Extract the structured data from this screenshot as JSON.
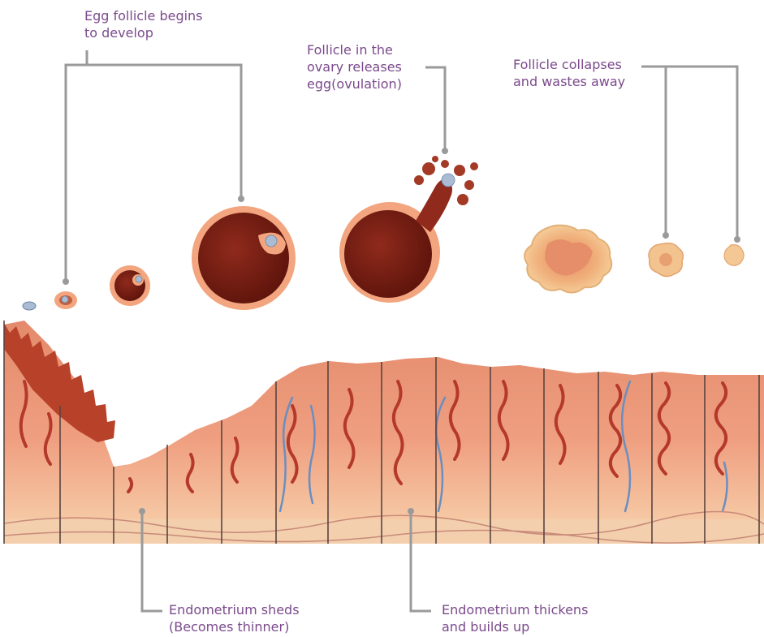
{
  "labels": {
    "egg_follicle": [
      "Egg follicle begins",
      "to develop"
    ],
    "ovulation": [
      "Follicle in the",
      "ovary releases",
      "egg(ovulation)"
    ],
    "collapse": [
      "Follicle collapses",
      "and wastes away"
    ],
    "sheds": [
      "Endometrium sheds",
      "(Becomes thinner)"
    ],
    "thickens": [
      "Endometrium thickens",
      "and builds up"
    ]
  },
  "colors": {
    "label_text": "#7b4a8c",
    "leader_line": "#9a9a9a",
    "follicle_dark": "#6e1a10",
    "follicle_ring": "#f2a57e",
    "egg": "#a9bcd3",
    "corpus": "#f2c28f",
    "tissue": "#e9997a",
    "tissue_base": "#f3cfae",
    "gland": "#b5392a",
    "vessel": "#6b8ec0",
    "divider": "#5a4440"
  }
}
